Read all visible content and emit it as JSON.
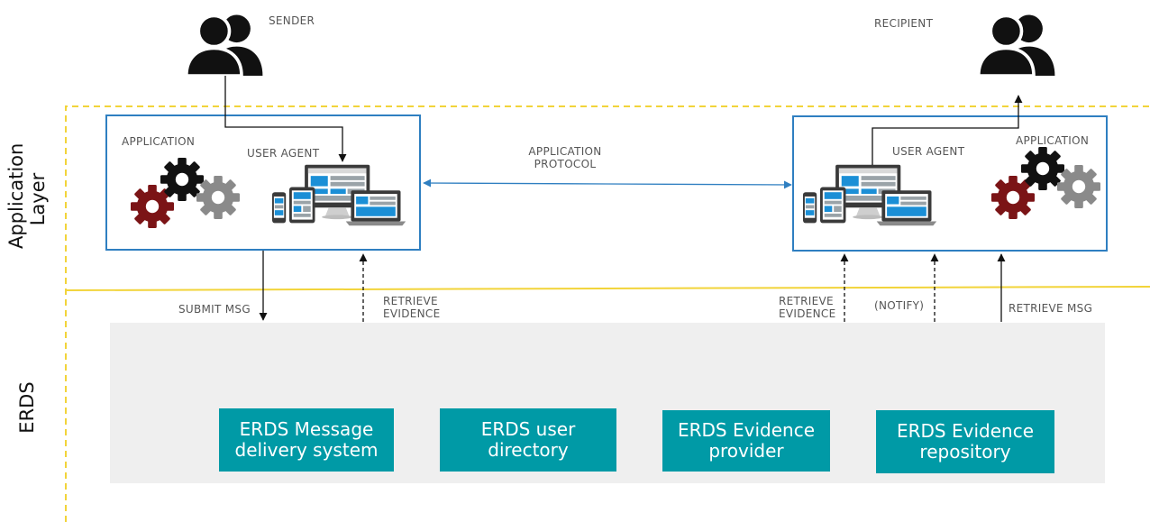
{
  "layers": {
    "application": {
      "line1": "Application",
      "line2": "Layer"
    },
    "erds": "ERDS"
  },
  "actors": {
    "sender": "SENDER",
    "recipient": "RECIPIENT"
  },
  "sender_box": {
    "application_label": "APPLICATION",
    "user_agent_label": "USER AGENT"
  },
  "recipient_box": {
    "application_label": "APPLICATION",
    "user_agent_label": "USER AGENT"
  },
  "protocol_label": {
    "line1": "APPLICATION",
    "line2": "PROTOCOL"
  },
  "flows": {
    "submit_msg": "SUBMIT MSG",
    "retrieve_evidence_left": {
      "line1": "RETRIEVE",
      "line2": "EVIDENCE"
    },
    "retrieve_evidence_right": {
      "line1": "RETRIEVE",
      "line2": "EVIDENCE"
    },
    "notify": "(NOTIFY)",
    "retrieve_msg": "RETRIEVE MSG"
  },
  "components": [
    {
      "line1": "ERDS Message",
      "line2": "delivery system"
    },
    {
      "line1": "ERDS user",
      "line2": "directory"
    },
    {
      "line1": "ERDS Evidence",
      "line2": "provider"
    },
    {
      "line1": "ERDS Evidence",
      "line2": "repository"
    }
  ],
  "colors": {
    "app_layer_border": "#f2d43a",
    "box_border": "#2f7fc1",
    "component_fill": "#009aa6",
    "erds_panel": "#efefef",
    "gear_red": "#7b1416",
    "gear_black": "#111111",
    "gear_gray": "#8a8a8a",
    "device_blue": "#1b8fd6"
  }
}
